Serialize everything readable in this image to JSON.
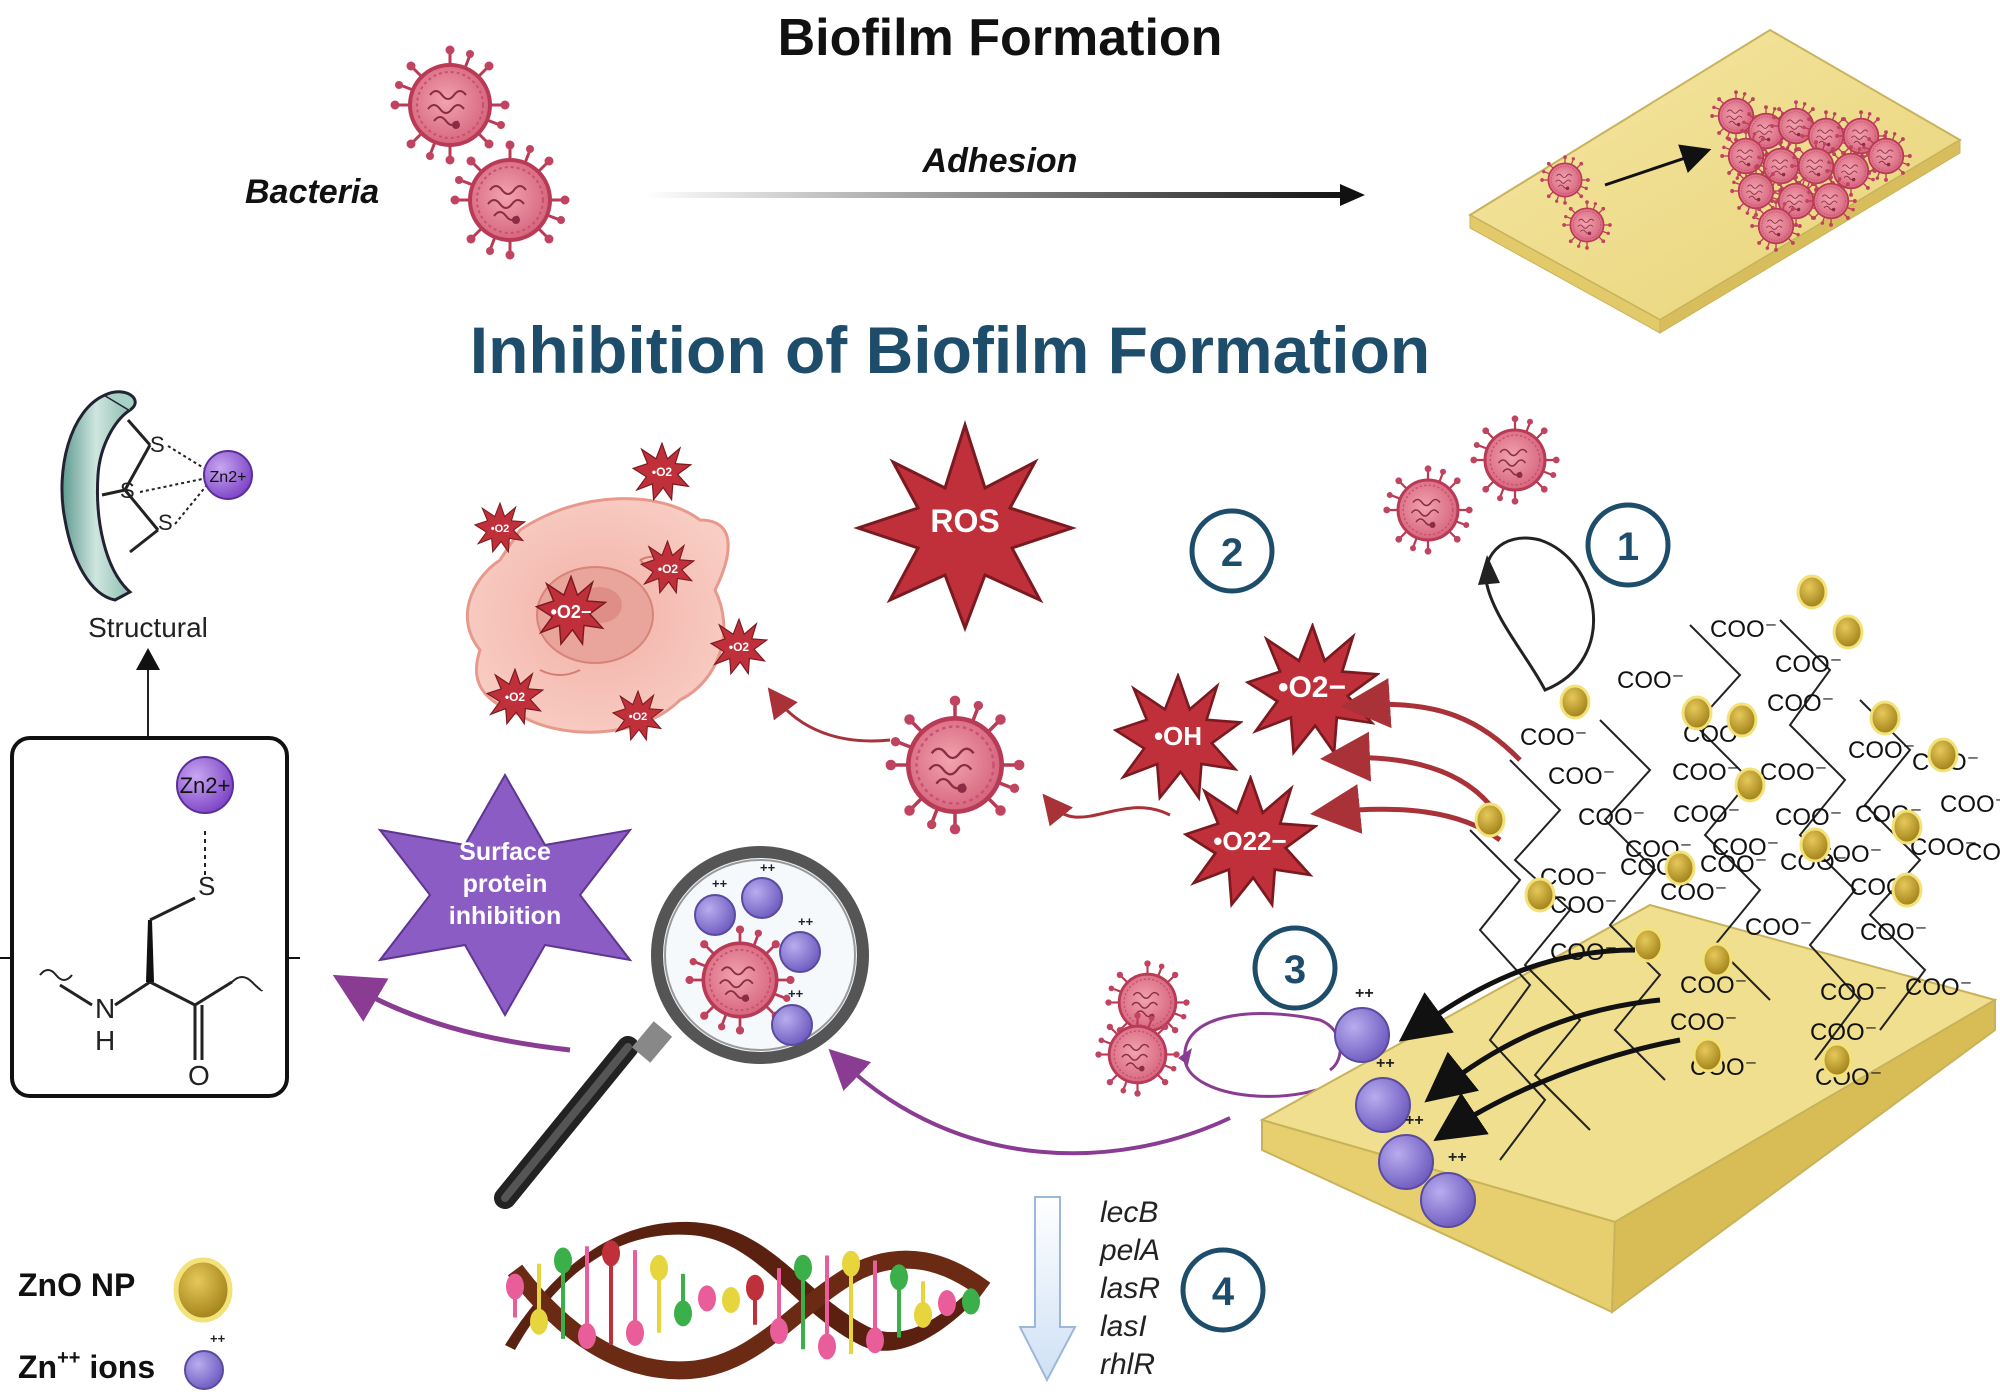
{
  "top": {
    "title": "Biofilm Formation",
    "bacteria_label": "Bacteria",
    "adhesion_label": "Adhesion"
  },
  "main_title": "Inhibition of Biofilm Formation",
  "colors": {
    "title_blue": "#1e4d6b",
    "bacteria_pink": "#e27a8a",
    "bacteria_dark": "#b83a55",
    "ros_red": "#c0303a",
    "zno_gold": "#c9a52a",
    "zn_ion_purple": "#8f7fd0",
    "surface_yellow": "#f0df8e",
    "protein_purple": "#8a5cc4",
    "arrow_red": "#a83238",
    "arrow_purple": "#8a3c92"
  },
  "structural": {
    "label": "Structural",
    "s_atom": "S",
    "zn_label": "Zn2+",
    "nh_n": "N",
    "nh_h": "H",
    "carbonyl_o": "O"
  },
  "ros": {
    "main_label": "ROS",
    "oh_label": "•OH",
    "superoxide_label": "•O2−",
    "peroxide_label": "•O22−",
    "small_label": "•O2"
  },
  "surface_protein_label": [
    "Surface",
    "protein",
    "inhibition"
  ],
  "surface_groups": {
    "coo_label": "COO⁻"
  },
  "steps": [
    "1",
    "2",
    "3",
    "4"
  ],
  "genes": [
    "lecB",
    "pelA",
    "lasR",
    "lasI",
    "rhlR"
  ],
  "legend": {
    "zno_np": "ZnO NP",
    "zn_ions_base": "Zn",
    "zn_ions_sup": "++",
    "zn_ions_rest": " ions",
    "charge": "++"
  }
}
